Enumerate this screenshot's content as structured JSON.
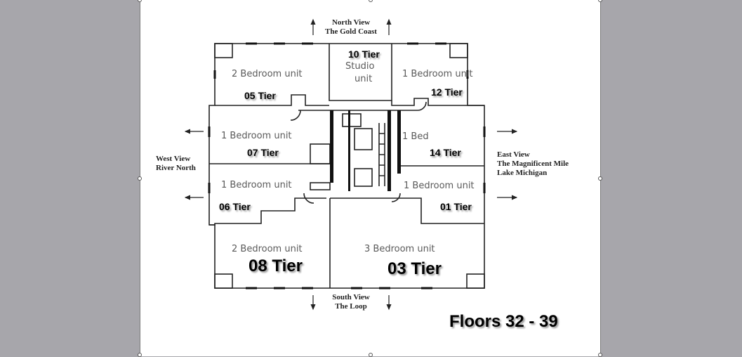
{
  "views": {
    "north": [
      "North View",
      "The Gold Coast"
    ],
    "south": [
      "South View",
      "The Loop"
    ],
    "west": [
      "West View",
      "River North"
    ],
    "east": [
      "East View",
      "The Magnificent Mile",
      "Lake Michigan"
    ]
  },
  "units": {
    "nw_2bed": "2 Bedroom unit",
    "studio_tier": "10 Tier",
    "studio_a": "Studio",
    "studio_b": "unit",
    "ne_1bed": "1 Bedroom unit",
    "t05": "05 Tier",
    "t12": "12 Tier",
    "w_1bed": "1 Bedroom unit",
    "t07": "07 Tier",
    "e_1bed": "1 Bed",
    "t14": "14 Tier",
    "sw_1bed": "1 Bedroom unit",
    "se_1bed": "1 Bedroom unit",
    "t06": "06 Tier",
    "t01": "01 Tier",
    "s_2bed": "2 Bedroom unit",
    "t08": "08 Tier",
    "s_3bed": "3 Bedroom unit",
    "t03": "03 Tier"
  },
  "floors": "Floors 32 - 39"
}
